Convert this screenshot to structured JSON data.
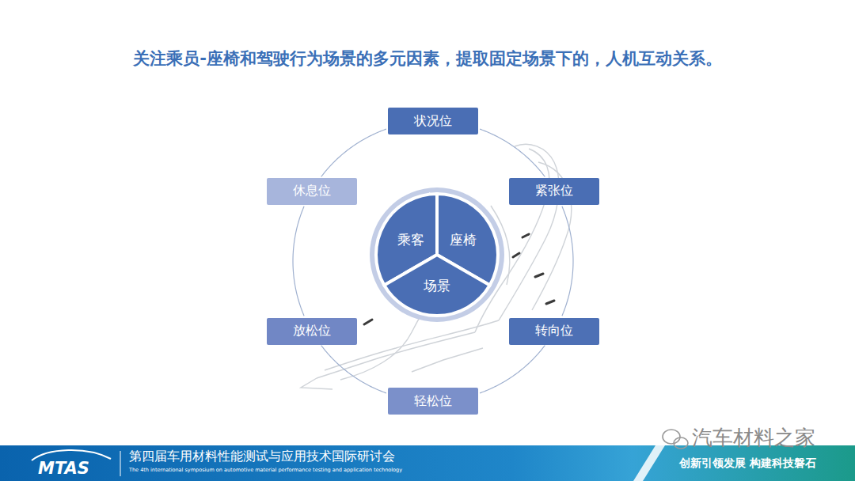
{
  "diagram": {
    "title": "关注乘员-座椅和驾驶行为场景的多元因素，提取固定场景下的，人机互动关系。",
    "nodes": [
      {
        "text": [
          "状况位"
        ]
      },
      {
        "text": [
          "休息位"
        ]
      },
      {
        "text": [
          "紧张位"
        ]
      },
      {
        "text": [
          "乘客"
        ]
      },
      {
        "text": [
          "座椅"
        ]
      },
      {
        "text": [
          "场景"
        ]
      },
      {
        "text": [
          "放松位"
        ]
      },
      {
        "text": [
          "转向位"
        ]
      },
      {
        "text": [
          "轻松位"
        ]
      }
    ],
    "edges": [
      {
        "from": 0,
        "to": 2,
        "arrow": "none"
      },
      {
        "from": 2,
        "to": 7,
        "arrow": "none"
      },
      {
        "from": 7,
        "to": 8,
        "arrow": "none"
      },
      {
        "from": 8,
        "to": 6,
        "arrow": "none"
      },
      {
        "from": 6,
        "to": 1,
        "arrow": "none"
      },
      {
        "from": 1,
        "to": 0,
        "arrow": "none"
      }
    ],
    "labels": [
      "汽车材料之家",
      "MTAS",
      "第四届车用材料性能测试与应用技术国际研讨会",
      "The 4th international symposium on automotive material performance testing and application technology",
      "创新引领发展 构建科技磐石"
    ]
  }
}
